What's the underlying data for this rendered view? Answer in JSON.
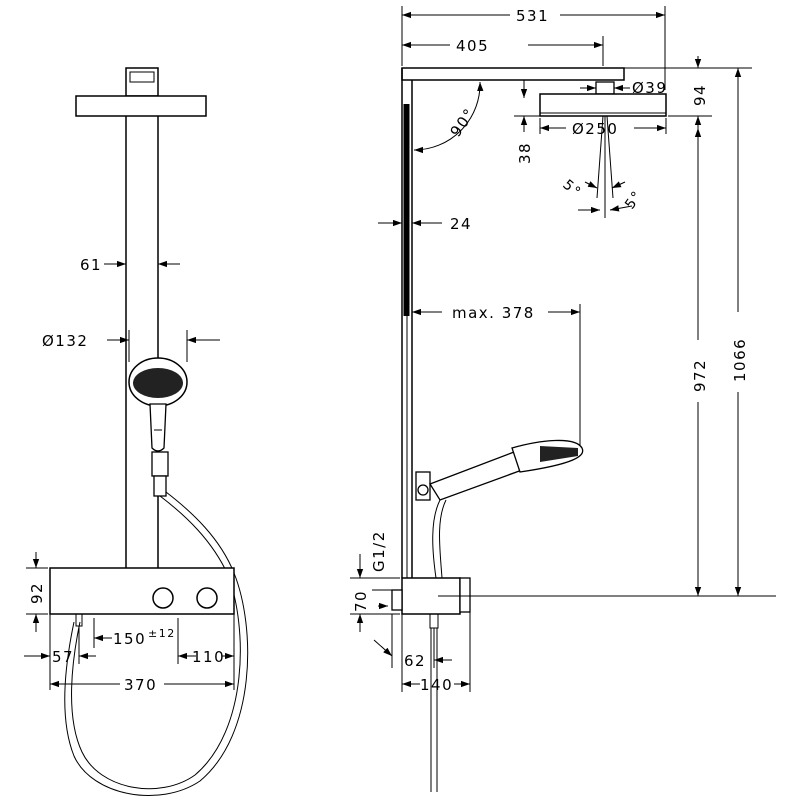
{
  "front_view": {
    "dims": {
      "pipe_width": "61",
      "handshower_diameter": "Ø132",
      "body_height": "92",
      "offset_left": "57",
      "valve_spacing": "150",
      "valve_spacing_tolerance": "±12",
      "offset_right": "110",
      "total_width": "370"
    }
  },
  "side_view": {
    "dims": {
      "overall_reach": "531",
      "arm_reach": "405",
      "connector_diameter": "Ø39",
      "arm_height": "94",
      "head_diameter": "Ø250",
      "head_thickness": "38",
      "arm_angle": "90°",
      "tilt_angle_1": "5°",
      "tilt_angle_2": "5°",
      "rail_width": "24",
      "max_handshower_reach": "max. 378",
      "thread": "G1/2",
      "body_height": "70",
      "wall_offset": "62",
      "body_depth": "140",
      "head_height": "972",
      "overall_height": "1066"
    }
  }
}
